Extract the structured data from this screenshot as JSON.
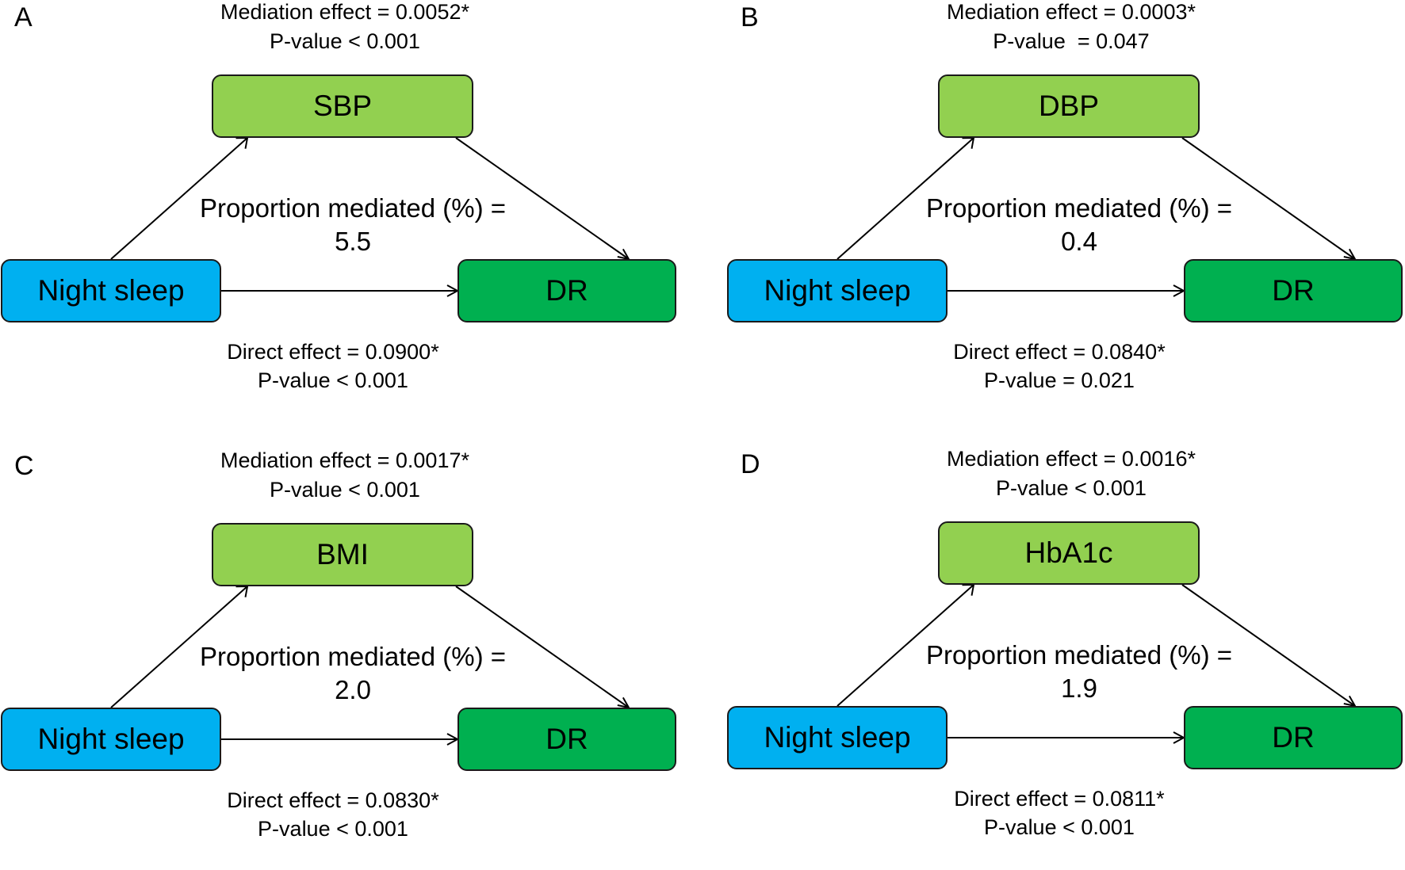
{
  "panels": [
    {
      "letter": "A",
      "mediator": "SBP",
      "exposure": "Night sleep",
      "outcome": "DR",
      "mediation_effect": "Mediation effect = 0.0052*",
      "mediation_p": "P-value < 0.001",
      "proportion_label": "Proportion mediated (%) =",
      "proportion_value": "5.5",
      "direct_effect": "Direct effect = 0.0900*",
      "direct_p": "P-value < 0.001"
    },
    {
      "letter": "B",
      "mediator": "DBP",
      "exposure": "Night sleep",
      "outcome": "DR",
      "mediation_effect": "Mediation effect = 0.0003*",
      "mediation_p": "P-value  = 0.047",
      "proportion_label": "Proportion mediated (%) =",
      "proportion_value": "0.4",
      "direct_effect": "Direct effect = 0.0840*",
      "direct_p": "P-value = 0.021"
    },
    {
      "letter": "C",
      "mediator": "BMI",
      "exposure": "Night sleep",
      "outcome": "DR",
      "mediation_effect": "Mediation effect = 0.0017*",
      "mediation_p": "P-value < 0.001",
      "proportion_label": "Proportion mediated (%) =",
      "proportion_value": "2.0",
      "direct_effect": "Direct effect = 0.0830*",
      "direct_p": "P-value < 0.001"
    },
    {
      "letter": "D",
      "mediator": "HbA1c",
      "exposure": "Night sleep",
      "outcome": "DR",
      "mediation_effect": "Mediation effect = 0.0016*",
      "mediation_p": "P-value < 0.001",
      "proportion_label": "Proportion mediated (%) =",
      "proportion_value": "1.9",
      "direct_effect": "Direct effect = 0.0811*",
      "direct_p": "P-value < 0.001"
    }
  ],
  "colors": {
    "mediator_box": "#92d050",
    "exposure_box": "#00b0f0",
    "outcome_box": "#00b050",
    "arrow": "#000000"
  }
}
